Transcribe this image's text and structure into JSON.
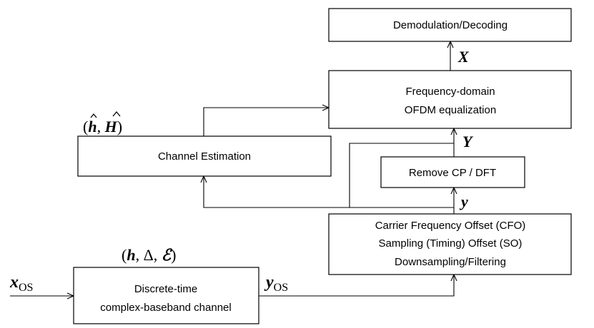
{
  "blocks": {
    "demod": {
      "line1": "Demodulation/Decoding"
    },
    "equalizer": {
      "line1": "Frequency-domain",
      "line2": "OFDM equalization"
    },
    "channel_estimation": {
      "line1": "Channel Estimation"
    },
    "remove_cp": {
      "line1": "Remove CP / DFT"
    },
    "impairments": {
      "line1": "Carrier Frequency Offset (CFO)",
      "line2": "Sampling (Timing) Offset (SO)",
      "line3": "Downsampling/Filtering"
    },
    "channel": {
      "line1": "Discrete-time",
      "line2": "complex-baseband channel"
    }
  },
  "signals": {
    "X": "X",
    "Y": "Y",
    "y": "y",
    "x_os_base": "x",
    "x_os_sub": "OS",
    "y_os_base": "y",
    "y_os_sub": "OS"
  },
  "params": {
    "estimate": {
      "open": "(",
      "h_hat": "h",
      "sep": ", ",
      "H_hat": "H",
      "close": ")"
    },
    "channel": {
      "open": "(",
      "h": "h",
      "sep1": ", ",
      "delta": "Δ",
      "sep2": ", ",
      "eps": "ℰ",
      "close": ")"
    }
  }
}
